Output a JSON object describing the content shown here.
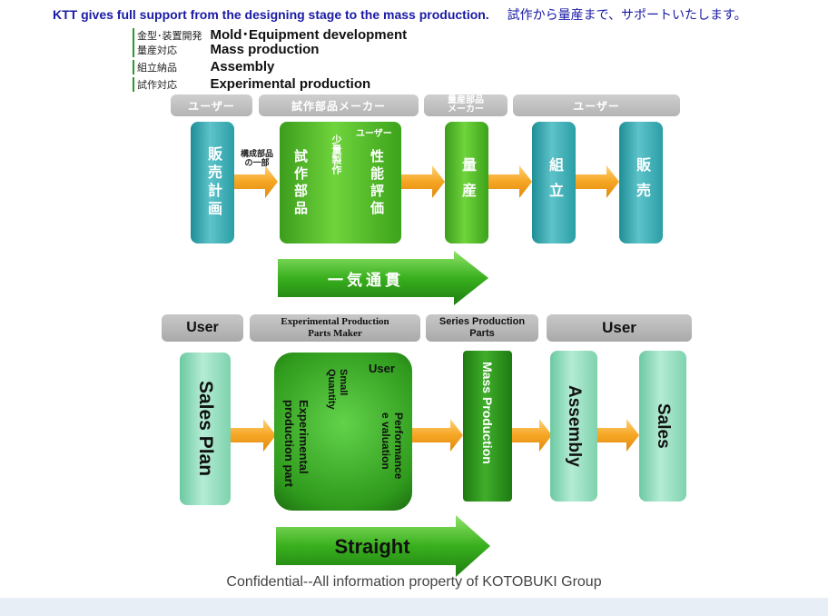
{
  "header": {
    "headline": "KTT gives full support from the designing stage to the mass production.",
    "headline_jp": "試作から量産まで、サポートいたします。"
  },
  "legend": [
    {
      "jp": "金型･装置開発",
      "en": "Mold･Equipment development"
    },
    {
      "jp": "量産対応",
      "en": "Mass production"
    },
    {
      "jp": "組立納品",
      "en": "Assembly"
    },
    {
      "jp": "試作対応",
      "en": "Experimental production"
    }
  ],
  "jp_flow": {
    "headers": [
      "ユーザー",
      "試作部品メーカー",
      "量産部品\nメーカー",
      "ユーザー"
    ],
    "sales_plan": "販売計画",
    "arrow_label": "構成部品\nの一部",
    "proto_user": "ユーザー",
    "small_qty": "少量製作",
    "proto_parts": "試作部品",
    "performance": "性能評価",
    "mass": "量産",
    "assembly": "組立",
    "sales": "販売",
    "straight": "一気通貫"
  },
  "en_flow": {
    "headers": [
      "User",
      "Experimental  Production\nParts Maker",
      "Series Production\nParts",
      "User"
    ],
    "sales_plan": "Sales Plan",
    "proto_user": "User",
    "small_qty": "Small\nQuantity",
    "proto_parts": "Experimental\nproduction part",
    "performance": "Performance\ne valuation",
    "mass": "Mass Production",
    "assembly": "Assembly",
    "sales": "Sales",
    "straight": "Straight"
  },
  "footer": {
    "confidential": "Confidential--All information property of KOTOBUKI Group"
  },
  "colors": {
    "headline": "#1a1aa6",
    "teal": "#2a9ea5",
    "green": "#4cbc2a",
    "mint": "#8fdab8",
    "arrow_orange": "#f5a623"
  }
}
